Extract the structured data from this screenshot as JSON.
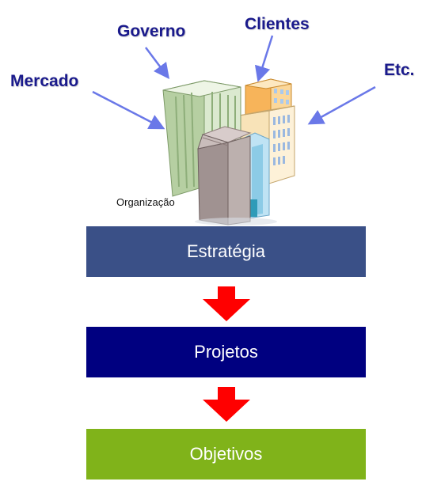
{
  "external_factors": [
    {
      "label": "Governo"
    },
    {
      "label": "Clientes"
    },
    {
      "label": "Mercado"
    },
    {
      "label": "Etc."
    }
  ],
  "organization": {
    "label": "Organização",
    "icon": "office-buildings-icon"
  },
  "flow": [
    {
      "label": "Estratégia",
      "color": "#3a5087"
    },
    {
      "label": "Projetos",
      "color": "#000080"
    },
    {
      "label": "Objetivos",
      "color": "#80b31a"
    }
  ],
  "colors": {
    "factor_text": "#1a1a8c",
    "factor_arrow": "#6a78e8",
    "flow_arrow": "#ff0000"
  }
}
